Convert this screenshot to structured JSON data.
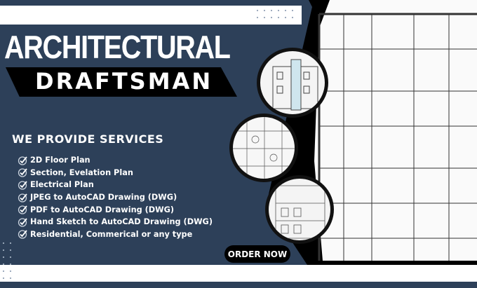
{
  "title_line1": "ARCHITECTURAL",
  "title_line2": "DRAFTSMAN",
  "services_heading": "WE PROVIDE SERVICES",
  "services": [
    {
      "label": "2D Floor Plan",
      "icon": "check-circle-icon"
    },
    {
      "label": "Section, Evelation Plan",
      "icon": "check-circle-icon"
    },
    {
      "label": "Electrical Plan",
      "icon": "check-circle-icon"
    },
    {
      "label": "JPEG to AutoCAD Drawing (DWG)",
      "icon": "check-circle-icon"
    },
    {
      "label": "PDF to AutoCAD Drawing (DWG)",
      "icon": "check-circle-icon"
    },
    {
      "label": "Hand Sketch to AutoCAD Drawing (DWG)",
      "icon": "check-circle-icon"
    },
    {
      "label": "Residential, Commerical or any type",
      "icon": "check-circle-icon"
    }
  ],
  "cta": "ORDER NOW",
  "colors": {
    "background": "#2d4059",
    "accent": "#000000",
    "text": "#ffffff"
  }
}
